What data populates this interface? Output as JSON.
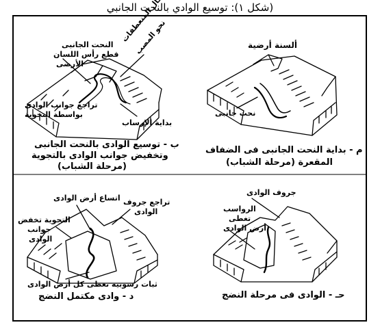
{
  "title": "(شكل ١): توسيع الوادي بالنحت الجانبي",
  "panels": {
    "a": {
      "caption_line1": "ﻡ - بداية النحت الجانبى فى الضفاف",
      "caption_line2": "المقعرة (مرحلة الشباب)",
      "labels": {
        "ridge": "ألسنة أرضية",
        "erosion": "نحت جانبى"
      }
    },
    "b": {
      "caption_line1": "ب - توسيع الوادى بالنحت الجانبى",
      "caption_line2": "وتخفيض جوانب الوادى بالتجوية",
      "caption_line3": "(مرحلة الشباب)",
      "labels": {
        "lateral_cut": "النحت الجانبى",
        "spur_cut": "قطع رأس اللسان",
        "spur_cut2": "الأرضى",
        "weathering": "تراجع جوانب الوادى",
        "weathering2": "بواسطة التجوية",
        "deposition": "بداية الإرساب",
        "meander": "انتقال المنعطفات",
        "meander2": "نحو المصب"
      }
    },
    "c": {
      "caption": "حـ - الوادى فى مرحلة النضج",
      "labels": {
        "slopes": "جروف الوادى",
        "deposits": "الرواسب",
        "deposits2": "تغطى",
        "deposits3": "أرض الوادى"
      }
    },
    "d": {
      "caption": "د - وادى مكتمل النضج",
      "labels": {
        "floor_widen": "اتساع أرض الوادى",
        "retreat": "تراجع جروف",
        "retreat2": "الوادى",
        "weathering": "التجوية تخفض",
        "weathering2": "جوانب",
        "weathering3": "الوادى",
        "deposits": "ثبات رسوبية تعطى كل أرض الوادى"
      }
    }
  }
}
